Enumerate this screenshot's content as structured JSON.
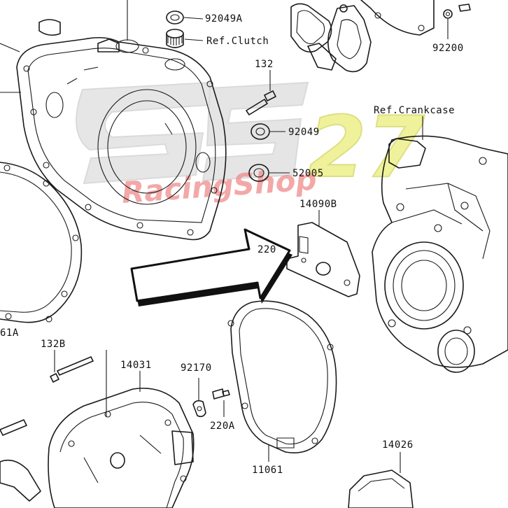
{
  "labels": {
    "p92049a": "92049A",
    "ref_clutch": "Ref.Clutch",
    "p92200": "92200",
    "p132": "132",
    "p92049": "92049",
    "ref_crankcase": "Ref.Crankcase",
    "p52005": "52005",
    "p14090b": "14090B",
    "p220": "220",
    "p61a": "61A",
    "p132b": "132B",
    "p14031": "14031",
    "p92170": "92170",
    "p220a": "220A",
    "p11061": "11061",
    "p14026": "14026"
  },
  "watermark": {
    "number": "27",
    "script": "RacingShop",
    "colors": {
      "grey": "#c8c8c8",
      "yellow": "#eef08a",
      "red": "#f08c8c"
    }
  },
  "arrow": {
    "direction": "up-right",
    "fill": "#ffffff",
    "stroke": "#111111"
  }
}
